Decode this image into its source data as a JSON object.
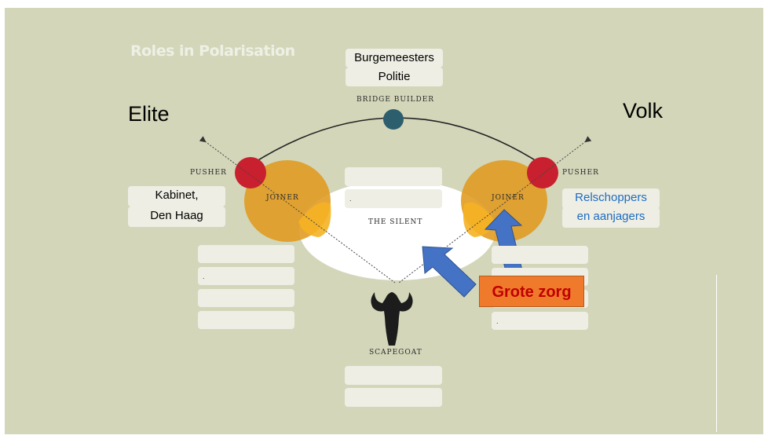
{
  "title": "Roles in Polarisation",
  "labels": {
    "elite": "Elite",
    "volk": "Volk",
    "bridge_builder": "BRIDGE BUILDER",
    "pusher_left": "PUSHER",
    "pusher_right": "PUSHER",
    "joiner_left": "JOINER",
    "joiner_right": "JOINER",
    "the_silent": "THE SILENT",
    "scapegoat": "SCAPEGOAT"
  },
  "boxes": {
    "bridge_line1": "Burgemeesters",
    "bridge_line2": "Politie",
    "left_line1": "Kabinet,",
    "left_line2": "Den Haag",
    "right_line1": "Relschoppers",
    "right_line2": "en aanjagers",
    "silent_dot": ".",
    "left_dot": ".",
    "right_dot": "."
  },
  "callout": "Grote zorg",
  "colors": {
    "background": "#d3d6b9",
    "pusher": "#c8202f",
    "joiner": "#e09a1e",
    "bridge": "#2c5e6e",
    "arrow": "#4472c4",
    "callout_fill": "#f07a2c",
    "callout_text": "#c00000"
  }
}
